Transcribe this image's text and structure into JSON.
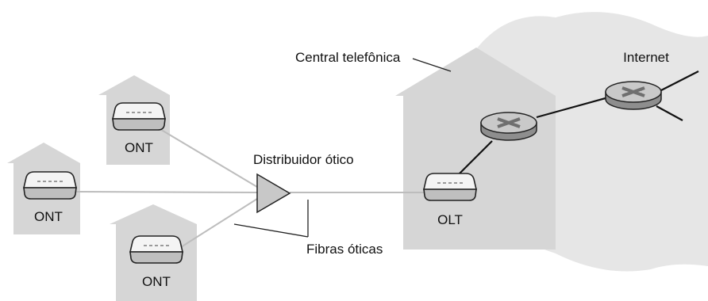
{
  "labels": {
    "internet": "Internet",
    "central": "Central telefônica",
    "splitter": "Distribuidor ótico",
    "fibers": "Fibras óticas",
    "ont_top": "ONT",
    "ont_left": "ONT",
    "ont_bottom": "ONT",
    "olt": "OLT"
  },
  "colors": {
    "cloud": "#e6e6e6",
    "building": "#d6d6d6",
    "fiber": "#bdbdbd",
    "splitter": "#c8c8c8",
    "router_top": "#c9c9c9",
    "router_side": "#8e8e8e",
    "link": "#111111"
  }
}
